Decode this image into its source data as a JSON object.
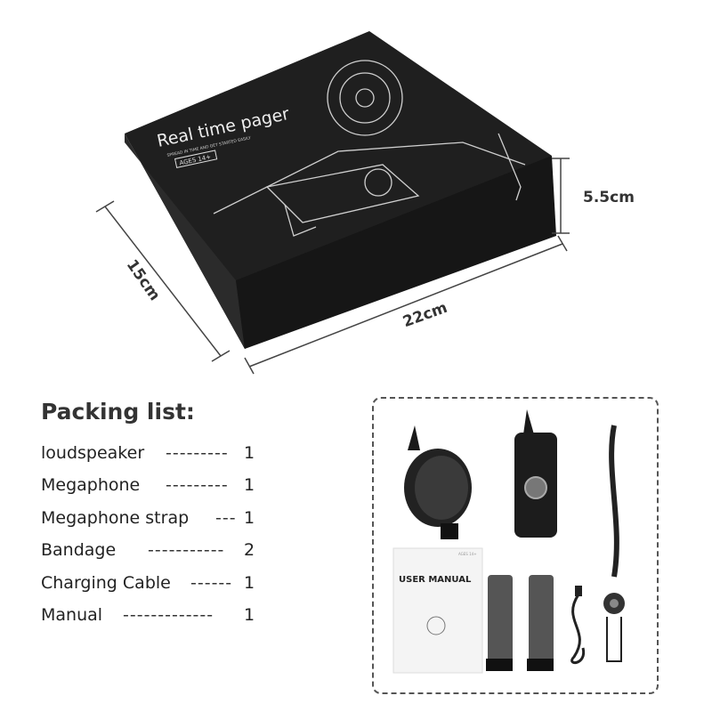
{
  "box": {
    "title": "Real time pager",
    "subtitle": "SPREAD IN TIME AND GET STARTED EASILY",
    "age_badge": "AGES 14+"
  },
  "dimensions": {
    "height": "5.5cm",
    "length": "22cm",
    "width": "15cm"
  },
  "packing_list": {
    "title": "Packing list:",
    "items": [
      {
        "name": "loudspeaker",
        "qty": "1"
      },
      {
        "name": "Megaphone",
        "qty": "1"
      },
      {
        "name": "Megaphone strap",
        "qty": "1"
      },
      {
        "name": "Bandage",
        "qty": "2"
      },
      {
        "name": "Charging Cable",
        "qty": "1"
      },
      {
        "name": "Manual",
        "qty": "1"
      }
    ]
  },
  "contents": {
    "manual_title": "USER MANUAL",
    "manual_age": "AGES 14+"
  },
  "colors": {
    "box": "#1e1e1e",
    "line": "#444444"
  }
}
